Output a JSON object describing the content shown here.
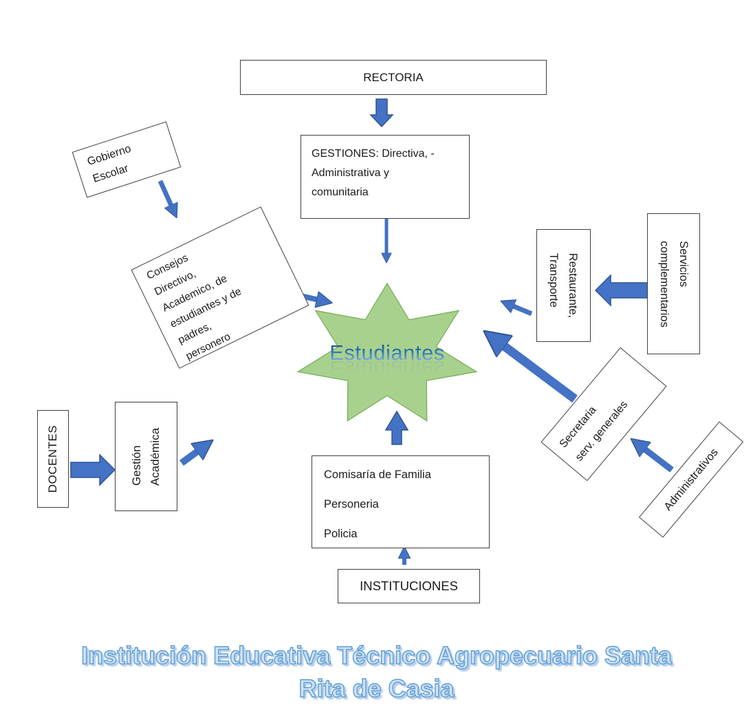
{
  "title": {
    "text": "Institución Educativa Técnico Agropecuario Santa\nRita de Casia"
  },
  "nodes": {
    "rectoria": {
      "label": "RECTORIA"
    },
    "gestiones": {
      "label": "GESTIONES: Directiva, -\nAdministrativa y\ncomunitaria"
    },
    "gobierno_escolar": {
      "label": "Gobierno\nEscolar"
    },
    "consejos": {
      "label": "Consejos\nDirectivo,\nAcademico, de\nestudiantes y de\npadres,\npersonero"
    },
    "docentes": {
      "label": "DOCENTES"
    },
    "gestion_academica": {
      "label": "Gestión\nAcadémica"
    },
    "estudiantes": {
      "label": "Estudiantes"
    },
    "comisaria": {
      "label": "Comisaría de Familia\nPersoneria\nPolicia"
    },
    "instituciones": {
      "label": "INSTITUCIONES"
    },
    "restaurante": {
      "label": "Restaurante,\nTransporte"
    },
    "servicios": {
      "label": "Servicios\ncomplementarios"
    },
    "secretaria": {
      "label": "Secretaria\nserv. generales"
    },
    "administrativos": {
      "label": "Administrativos"
    }
  },
  "connections": [
    {
      "from": "rectoria",
      "to": "gestiones"
    },
    {
      "from": "gestiones",
      "to": "estudiantes"
    },
    {
      "from": "gobierno_escolar",
      "to": "consejos"
    },
    {
      "from": "consejos",
      "to": "estudiantes"
    },
    {
      "from": "docentes",
      "to": "gestion_academica"
    },
    {
      "from": "gestion_academica",
      "to": "estudiantes"
    },
    {
      "from": "instituciones",
      "to": "comisaria"
    },
    {
      "from": "comisaria",
      "to": "estudiantes"
    },
    {
      "from": "servicios",
      "to": "restaurante"
    },
    {
      "from": "restaurante",
      "to": "estudiantes"
    },
    {
      "from": "secretaria",
      "to": "estudiantes"
    },
    {
      "from": "administrativos",
      "to": "secretaria"
    }
  ],
  "colors": {
    "arrow_fill": "#4472c4",
    "arrow_edge": "#2f5496",
    "star_fill": "#a9d18e",
    "star_edge": "#7fb463",
    "box_border": "#3f3f3f",
    "title_fill": "#cfe2f3",
    "title_outline": "#5b9bd5",
    "estudiantes_gradient_top": "#1f4e79",
    "estudiantes_gradient_bottom": "#9dc3e6"
  }
}
